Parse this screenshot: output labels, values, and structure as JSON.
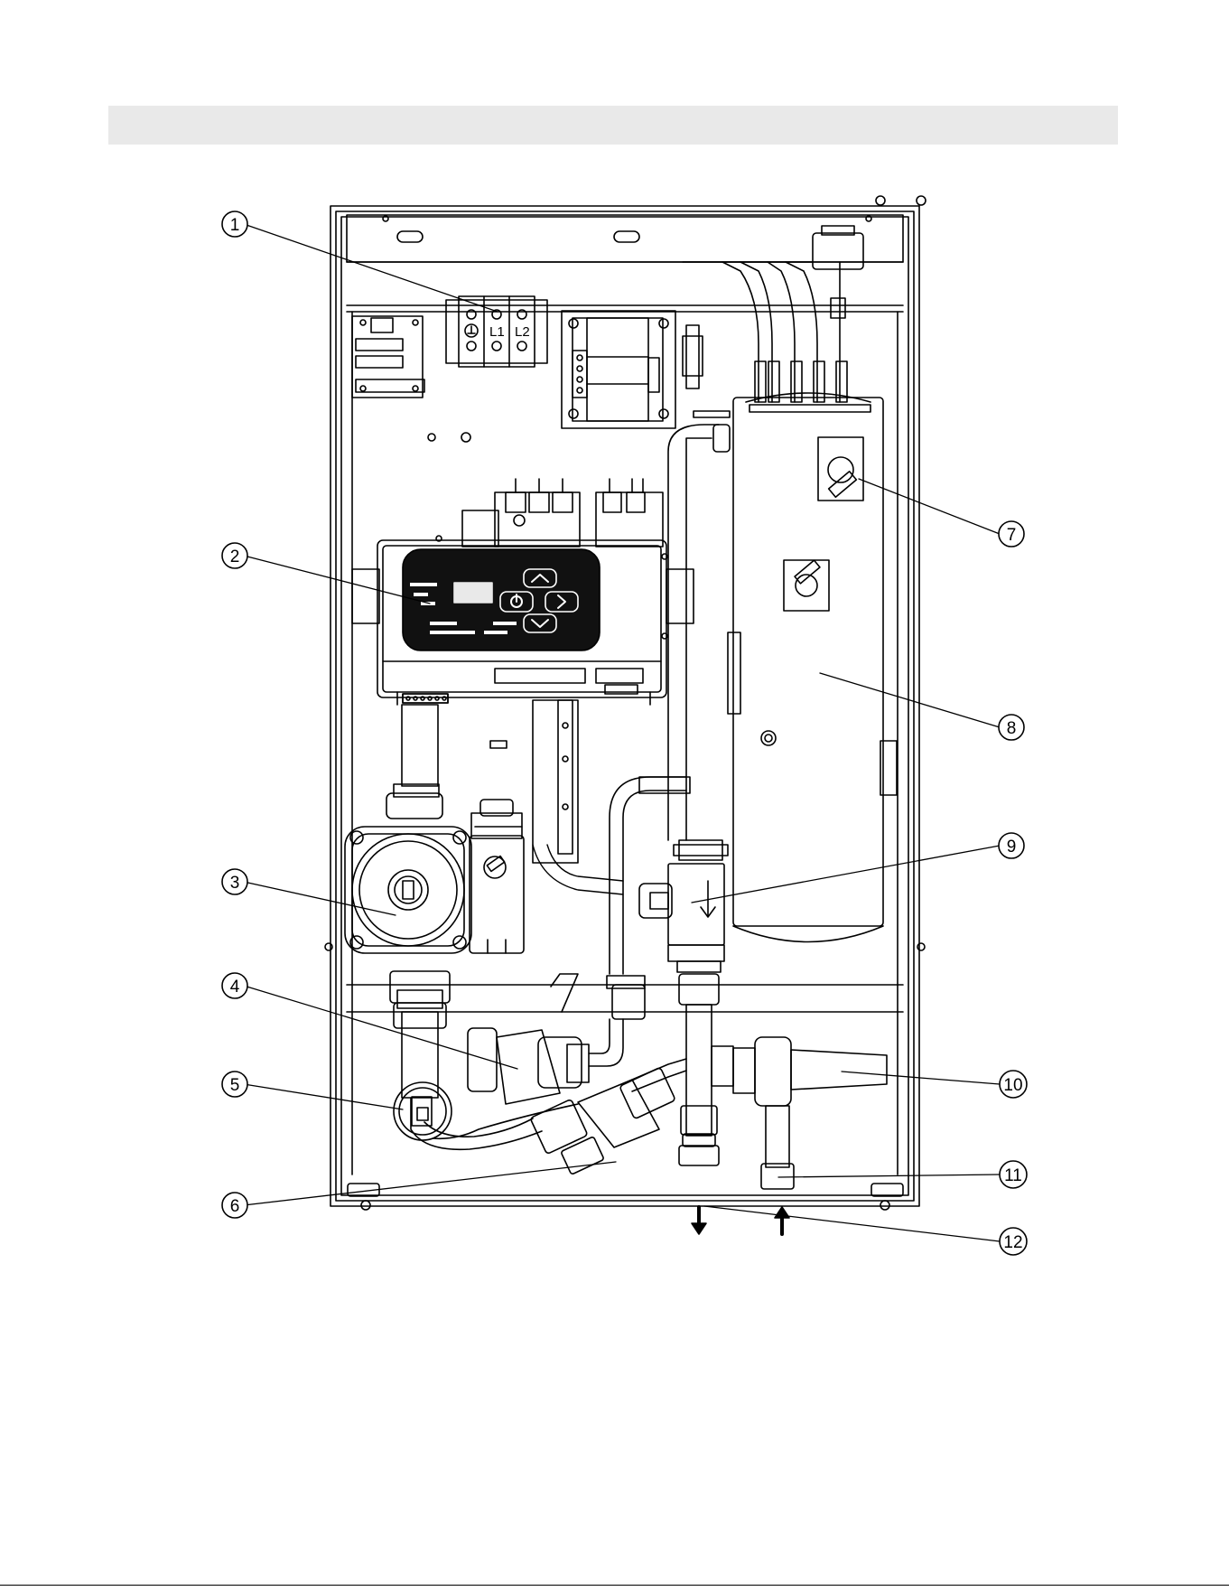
{
  "callouts": [
    {
      "n": "1"
    },
    {
      "n": "2"
    },
    {
      "n": "3"
    },
    {
      "n": "4"
    },
    {
      "n": "5"
    },
    {
      "n": "6"
    },
    {
      "n": "7"
    },
    {
      "n": "8"
    },
    {
      "n": "9"
    },
    {
      "n": "10"
    },
    {
      "n": "11"
    },
    {
      "n": "12"
    }
  ],
  "terminal_block": {
    "l1": "L1",
    "l2": "L2"
  },
  "flow_arrows": {
    "outlet": "down",
    "inlet": "up"
  },
  "colors": {
    "line": "#000000",
    "band": "#e9e9e9",
    "panel": "#111111"
  }
}
